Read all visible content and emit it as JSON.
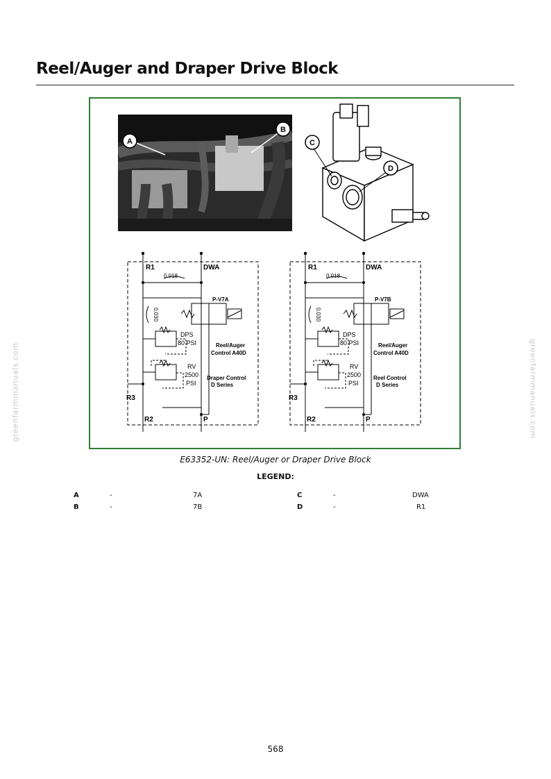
{
  "page": {
    "title": "Reel/Auger and Draper Drive Block",
    "caption": "E63352-UN: Reel/Auger or Draper Drive Block",
    "legend_title": "LEGEND:",
    "page_number": "568",
    "watermark": "greenfarmmanuals.com"
  },
  "figure": {
    "photo_callouts": [
      "A",
      "B"
    ],
    "iso_callouts": [
      "C",
      "D"
    ],
    "schematics": [
      {
        "r1": "R1",
        "dwa": "DWA",
        "orifice1": "0.018",
        "orifice2": "0.030",
        "valve": "P-V7A",
        "dps": "DPS",
        "dps_psi": "80 PSI",
        "ctrl1": "Reel/Auger",
        "ctrl2": "Control A40D",
        "rv": "RV",
        "rv_psi": "2500",
        "rv_unit": "PSI",
        "ctrl3": "Draper Control",
        "ctrl4": "D Series",
        "r3": "R3",
        "r2": "R2",
        "p": "P"
      },
      {
        "r1": "R1",
        "dwa": "DWA",
        "orifice1": "0.018",
        "orifice2": "0.030",
        "valve": "P-V7B",
        "dps": "DPS",
        "dps_psi": "80 PSI",
        "ctrl1": "Reel/Auger",
        "ctrl2": "Control A40D",
        "rv": "RV",
        "rv_psi": "2500",
        "rv_unit": "PSI",
        "ctrl3": "Reel Control",
        "ctrl4": "D Series",
        "r3": "R3",
        "r2": "R2",
        "p": "P"
      }
    ]
  },
  "legend": [
    {
      "key": "A",
      "sep": "-",
      "value": "7A"
    },
    {
      "key": "B",
      "sep": "-",
      "value": "7B"
    },
    {
      "key": "C",
      "sep": "-",
      "value": "DWA"
    },
    {
      "key": "D",
      "sep": "-",
      "value": "R1"
    }
  ]
}
